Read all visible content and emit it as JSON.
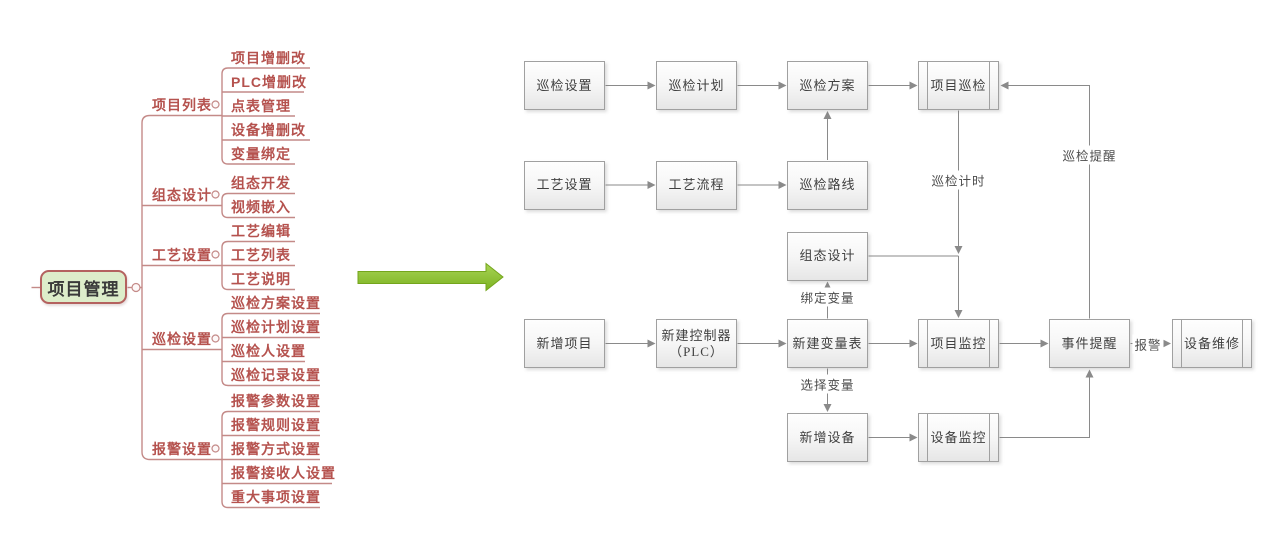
{
  "mindmap": {
    "root_label": "项目管理",
    "branches": [
      {
        "label": "项目列表",
        "children": [
          "项目增删改",
          "PLC增删改",
          "点表管理",
          "设备增删改",
          "变量绑定"
        ]
      },
      {
        "label": "组态设计",
        "children": [
          "组态开发",
          "视频嵌入"
        ]
      },
      {
        "label": "工艺设置",
        "children": [
          "工艺编辑",
          "工艺列表",
          "工艺说明"
        ]
      },
      {
        "label": "巡检设置",
        "children": [
          "巡检方案设置",
          "巡检计划设置",
          "巡检人设置",
          "巡检记录设置"
        ]
      },
      {
        "label": "报警设置",
        "children": [
          "报警参数设置",
          "报警规则设置",
          "报警方式设置",
          "报警接收人设置",
          "重大事项设置"
        ]
      }
    ]
  },
  "flowchart": {
    "nodes": [
      {
        "label": "巡检设置"
      },
      {
        "label": "巡检计划"
      },
      {
        "label": "巡检方案"
      },
      {
        "label": "项目巡检"
      },
      {
        "label": "工艺设置"
      },
      {
        "label": "工艺流程"
      },
      {
        "label": "巡检路线"
      },
      {
        "label": "组态设计"
      },
      {
        "label": "新增项目"
      },
      {
        "label": "新建控制器",
        "label2": "（PLC）"
      },
      {
        "label": "新建变量表"
      },
      {
        "label": "项目监控"
      },
      {
        "label": "事件提醒"
      },
      {
        "label": "设备维修"
      },
      {
        "label": "新增设备"
      },
      {
        "label": "设备监控"
      }
    ],
    "edge_labels": {
      "inspection_timing": "巡检计时",
      "inspection_reminder": "巡检提醒",
      "bind_variable": "绑定变量",
      "select_variable": "选择变量",
      "alarm": "报警"
    }
  },
  "colors": {
    "mindmap_line": "#c48a88",
    "mindmap_text": "#b5524e",
    "root_fill": "#ddedca",
    "root_border": "#b4625f",
    "flow_line": "#8a8a8a",
    "flow_box_border": "#a0a0a0",
    "flow_text": "#404040",
    "transform_arrow_green": "#8dc63f"
  }
}
